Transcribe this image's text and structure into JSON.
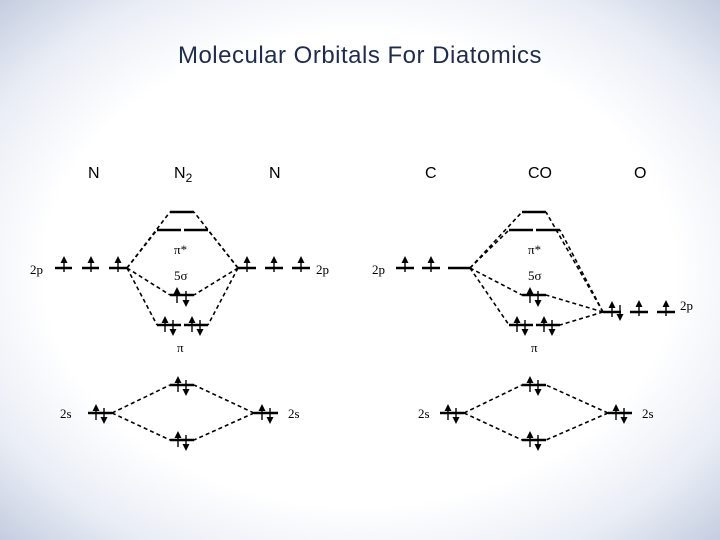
{
  "title": "Molecular Orbitals For Diatomics",
  "left": {
    "atom_a": "N",
    "molecule": "N",
    "molecule_subscript": "2",
    "atom_b": "N",
    "label_2p_a": "2p",
    "label_2p_b": "2p",
    "label_2s_a": "2s",
    "label_2s_b": "2s",
    "pi_star": "π*",
    "sigma5": "5σ",
    "pi": "π"
  },
  "right": {
    "atom_a": "C",
    "molecule": "CO",
    "atom_b": "O",
    "label_2p_a": "2p",
    "label_2p_b": "2p",
    "label_2s_a": "2s",
    "label_2s_b": "2s",
    "pi_star": "π*",
    "sigma5": "5σ",
    "pi": "π"
  }
}
